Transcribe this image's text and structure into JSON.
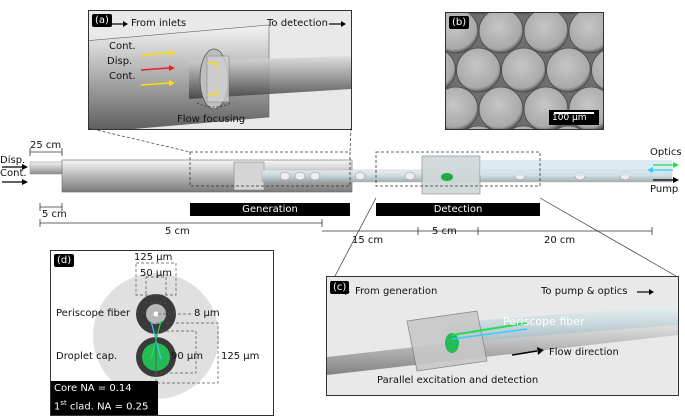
{
  "panels": {
    "a": {
      "label": "(a)",
      "from_inlets": "From inlets",
      "to_detection": "To detection",
      "cont_top": "Cont.",
      "disp": "Disp.",
      "cont_bottom": "Cont.",
      "flow_focusing": "Flow focusing"
    },
    "b": {
      "label": "(b)",
      "scale_bar": "100 µm"
    },
    "main": {
      "disp_in": "Disp.",
      "cont_in": "Cont.",
      "optics": "Optics",
      "pump": "Pump",
      "generation": "Generation",
      "detection": "Detection",
      "dim_25cm": "25 cm",
      "dim_5cm_small": "5 cm",
      "dim_5cm": "5 cm",
      "dim_15cm": "15 cm",
      "dim_5cm_det": "5 cm",
      "dim_20cm": "20 cm"
    },
    "c": {
      "label": "(c)",
      "from_generation": "From generation",
      "to_pump_optics": "To pump & optics",
      "periscope_fiber": "Periscope fiber",
      "flow_direction": "Flow direction",
      "caption": "Parallel excitation and detection"
    },
    "d": {
      "label": "(d)",
      "dim_125_top": "125 µm",
      "dim_50": "50 µm",
      "dim_8": "8 µm",
      "periscope_fiber": "Periscope fiber",
      "droplet_cap": "Droplet cap.",
      "dim_90": "90 µm",
      "dim_125_right": "125 µm",
      "core_na": "Core NA = 0.14",
      "clad_na_prefix": "1",
      "clad_na_sup": "st",
      "clad_na_suffix": " clad. NA = 0.25"
    }
  },
  "colors": {
    "green": "#22dd55",
    "cyan": "#33ccff",
    "red": "#ee2222",
    "yellow": "#ffdd00"
  }
}
